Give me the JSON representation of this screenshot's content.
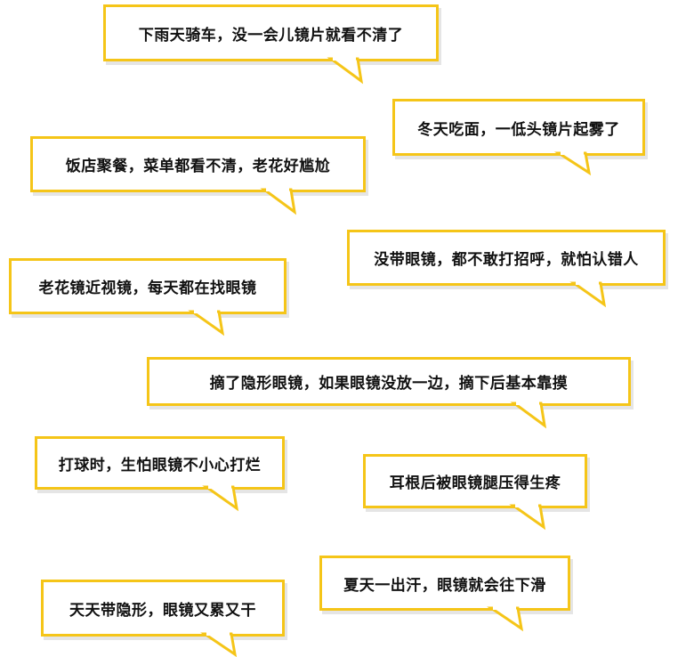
{
  "bubbles": [
    {
      "text": "下雨天骑车，没一会儿镜片就看不清了"
    },
    {
      "text": "冬天吃面，一低头镜片起雾了"
    },
    {
      "text": "饭店聚餐，菜单都看不清，老花好尴尬"
    },
    {
      "text": "没带眼镜，都不敢打招呼，就怕认错人"
    },
    {
      "text": "老花镜近视镜，每天都在找眼镜"
    },
    {
      "text": "摘了隐形眼镜，如果眼镜没放一边，摘下后基本靠摸"
    },
    {
      "text": "打球时，生怕眼镜不小心打烂"
    },
    {
      "text": "耳根后被眼镜腿压得生疼"
    },
    {
      "text": "夏天一出汗，眼镜就会往下滑"
    },
    {
      "text": "天天带隐形，眼镜又累又干"
    }
  ],
  "colors": {
    "border": "#f5c518",
    "text": "#111111",
    "background": "#ffffff"
  }
}
